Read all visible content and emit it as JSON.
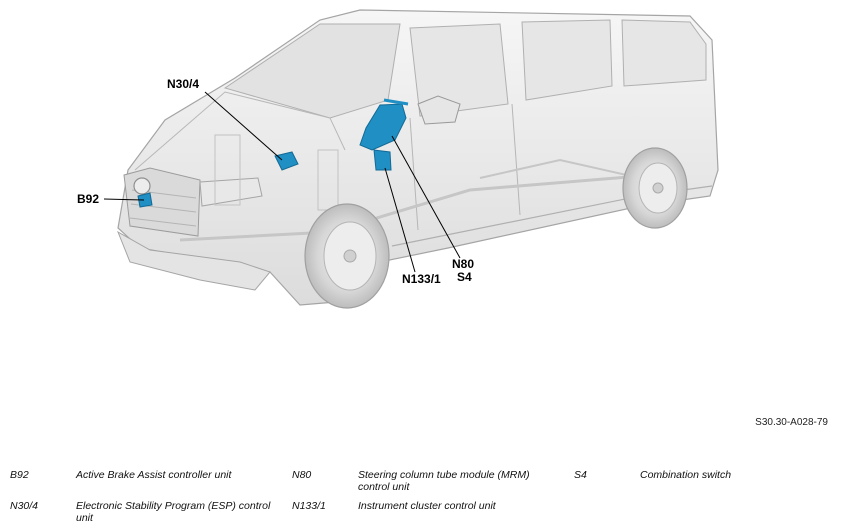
{
  "callouts": {
    "n30_4": "N30/4",
    "b92": "B92",
    "n80": "N80",
    "s4": "S4",
    "n133_1": "N133/1"
  },
  "document_id": "S30.30-A028-79",
  "legend": [
    {
      "code": "B92",
      "description": "Active Brake Assist controller unit"
    },
    {
      "code": "N80",
      "description": "Steering column tube module (MRM) control unit"
    },
    {
      "code": "S4",
      "description": "Combination switch"
    },
    {
      "code": "N30/4",
      "description": "Electronic Stability Program (ESP) control unit"
    },
    {
      "code": "N133/1",
      "description": "Instrument cluster control unit"
    }
  ],
  "colors": {
    "body": "#ececec",
    "outline": "#9a9a9a",
    "component": "#1f8fc4",
    "component_dark": "#136a95",
    "leader": "#000000"
  }
}
